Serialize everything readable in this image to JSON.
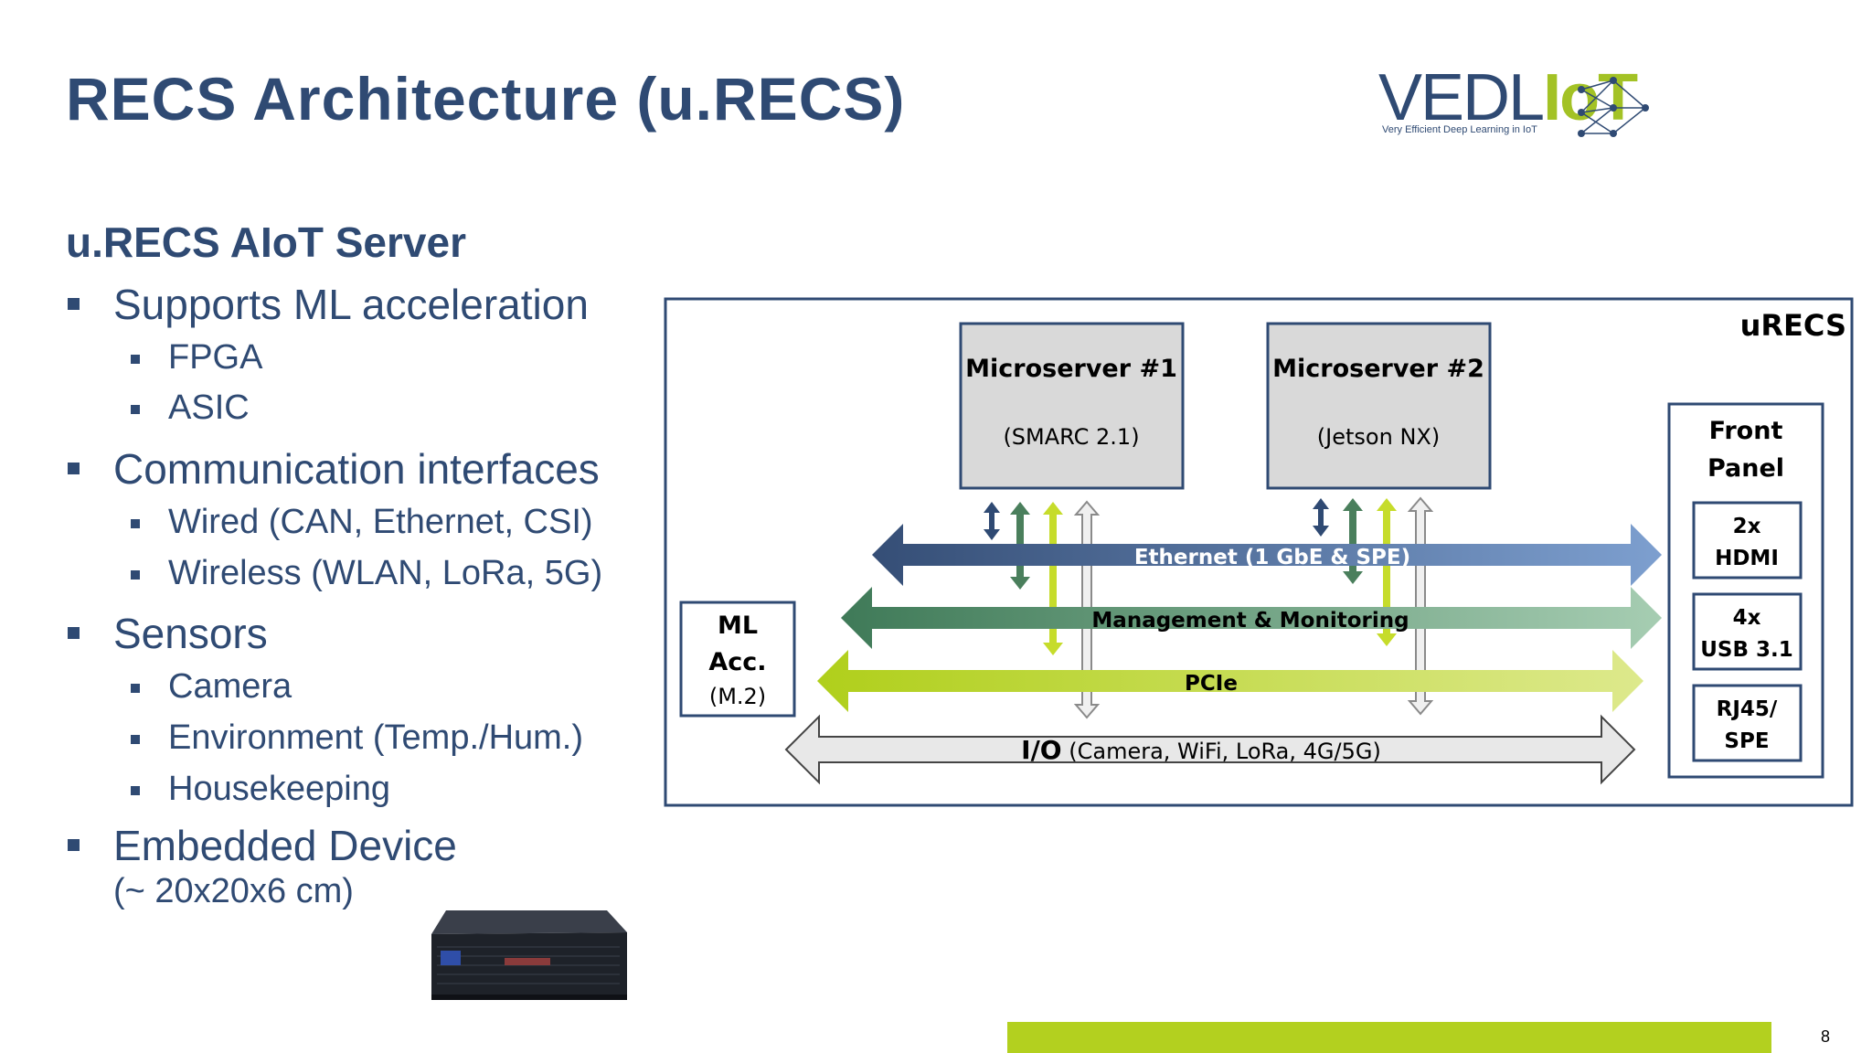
{
  "slide": {
    "title": "RECS Architecture (u.RECS)",
    "page_number": "8"
  },
  "logo": {
    "main_text": "VEDL",
    "accent_text": "IoT",
    "tagline": "Very Efficient Deep Learning in IoT"
  },
  "content": {
    "subtitle": "u.RECS AIoT Server",
    "bullets": [
      {
        "text": "Supports ML acceleration",
        "subs": [
          "FPGA",
          "ASIC"
        ]
      },
      {
        "text": "Communication interfaces",
        "subs": [
          "Wired (CAN, Ethernet, CSI)",
          "Wireless (WLAN, LoRa, 5G)"
        ]
      },
      {
        "text": "Sensors",
        "subs": [
          "Camera",
          "Environment (Temp./Hum.)",
          "Housekeeping"
        ]
      },
      {
        "text": "Embedded Device",
        "subs": []
      }
    ],
    "dimensions_note": "(~ 20x20x6 cm)"
  },
  "diagram": {
    "label": "uRECS",
    "microservers": [
      {
        "name": "Microserver #1",
        "sub": "(SMARC 2.1)"
      },
      {
        "name": "Microserver #2",
        "sub": "(Jetson NX)"
      }
    ],
    "buses": [
      {
        "label": "Ethernet (1 GbE & SPE)",
        "color": "#3d5a86"
      },
      {
        "label": "Management & Monitoring",
        "color": "#4a7f5c"
      },
      {
        "label": "PCIe",
        "color": "#b3d01f"
      },
      {
        "label_bold": "I/O",
        "label_rest": " (Camera, WiFi, LoRa, 4G/5G)",
        "color": "#e8e8e8"
      }
    ],
    "ml_acc": {
      "line1": "ML",
      "line2": "Acc.",
      "line3": "(M.2)"
    },
    "front_panel": {
      "title_line1": "Front",
      "title_line2": "Panel",
      "ports": [
        {
          "line1": "2x",
          "line2": "HDMI"
        },
        {
          "line1": "4x",
          "line2": "USB 3.1"
        },
        {
          "line1": "RJ45/",
          "line2": "SPE"
        }
      ]
    }
  },
  "colors": {
    "navy": "#2f4a73",
    "accent_green": "#b3d01f",
    "dark_green": "#4a7f5c"
  }
}
